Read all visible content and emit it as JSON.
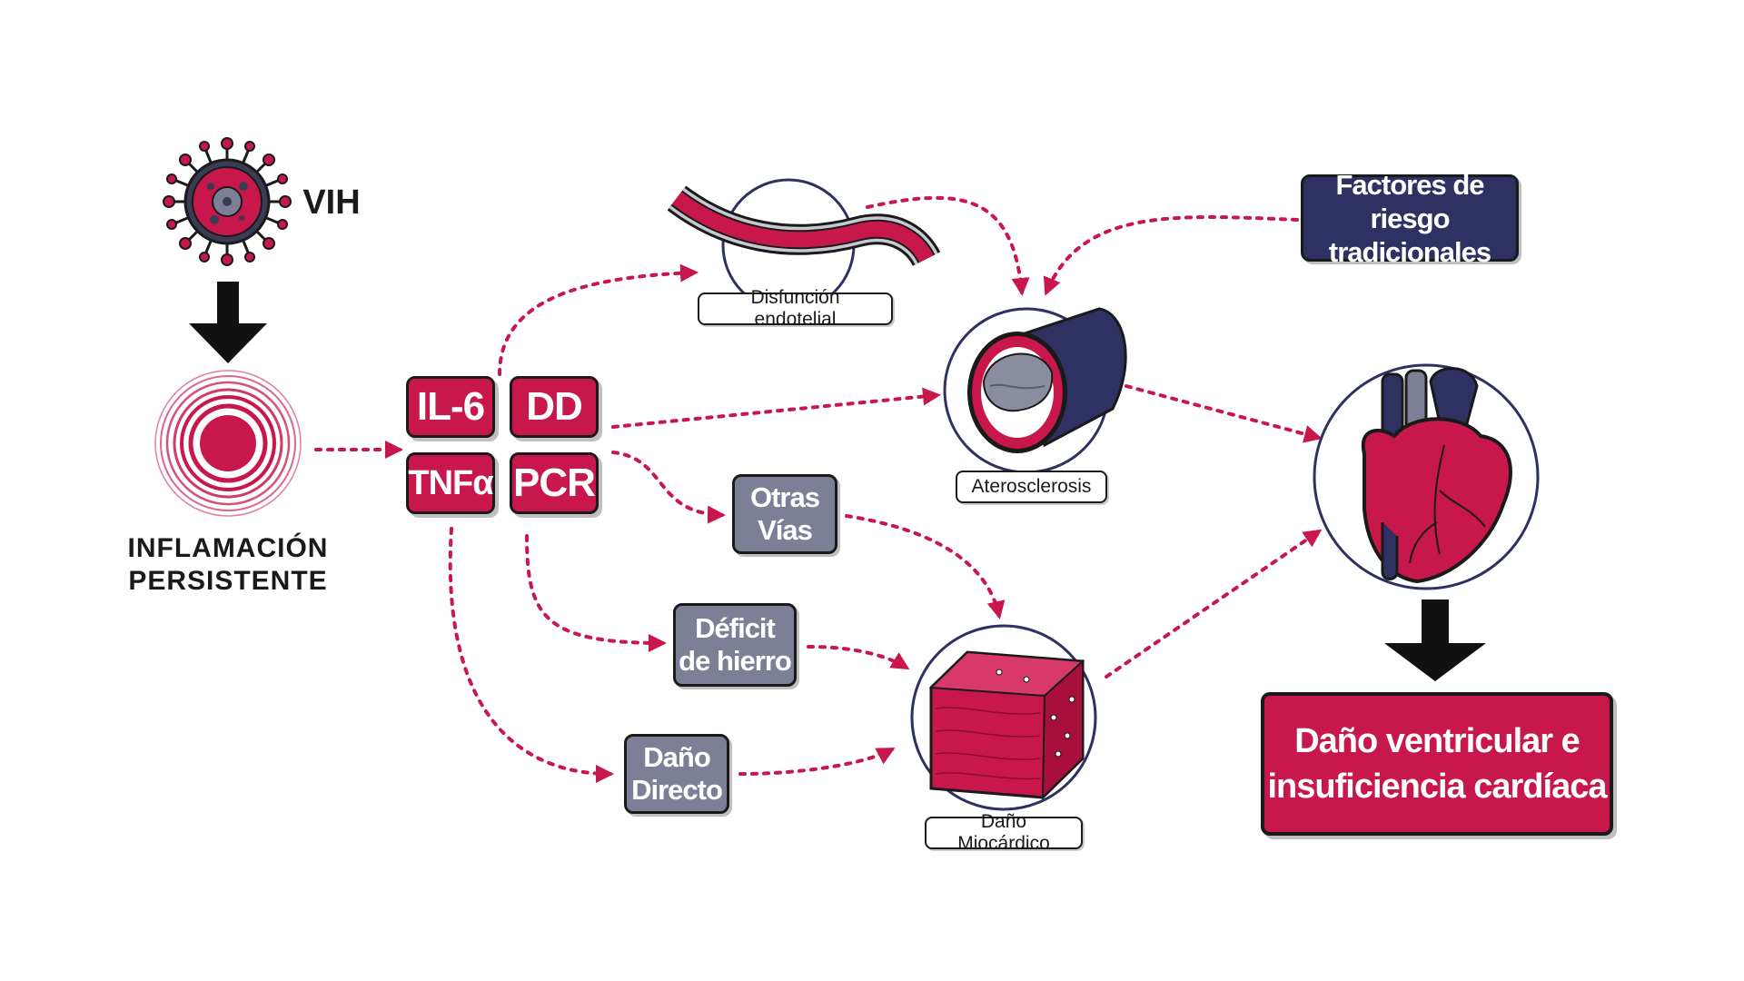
{
  "colors": {
    "crimson": "#c8174a",
    "navy": "#2e3162",
    "grey": "#7d7f96",
    "outline": "#1a1a1a",
    "arrow": "#c8174a"
  },
  "virus": {
    "label": "VIH",
    "icon": "virus-icon"
  },
  "inflammation": {
    "line1": "INFLAMACIÓN",
    "line2": "PERSISTENTE",
    "icon": "concentric-rings-icon"
  },
  "markers": [
    {
      "id": "il6",
      "label": "IL-6"
    },
    {
      "id": "dd",
      "label": "DD"
    },
    {
      "id": "tnfa",
      "label": "TNFα"
    },
    {
      "id": "pcr",
      "label": "PCR"
    }
  ],
  "pathways": {
    "otras_vias": {
      "line1": "Otras",
      "line2": "Vías"
    },
    "deficit_hierro": {
      "line1": "Déficit",
      "line2": "de hierro"
    },
    "dano_directo": {
      "line1": "Daño",
      "line2": "Directo"
    }
  },
  "nodes": {
    "disfuncion": {
      "label": "Disfunción endotelial",
      "icon": "blood-vessel-icon"
    },
    "aterosclerosis": {
      "label": "Aterosclerosis",
      "icon": "artery-plaque-icon"
    },
    "dano_miocardico": {
      "label": "Daño Miocárdico",
      "icon": "myocardium-tissue-icon"
    },
    "corazon": {
      "icon": "heart-icon"
    }
  },
  "risk_factors": {
    "line1": "Factores de riesgo",
    "line2": "tradicionales"
  },
  "result": {
    "line1": "Daño ventricular e",
    "line2": "insuficiencia cardíaca"
  }
}
